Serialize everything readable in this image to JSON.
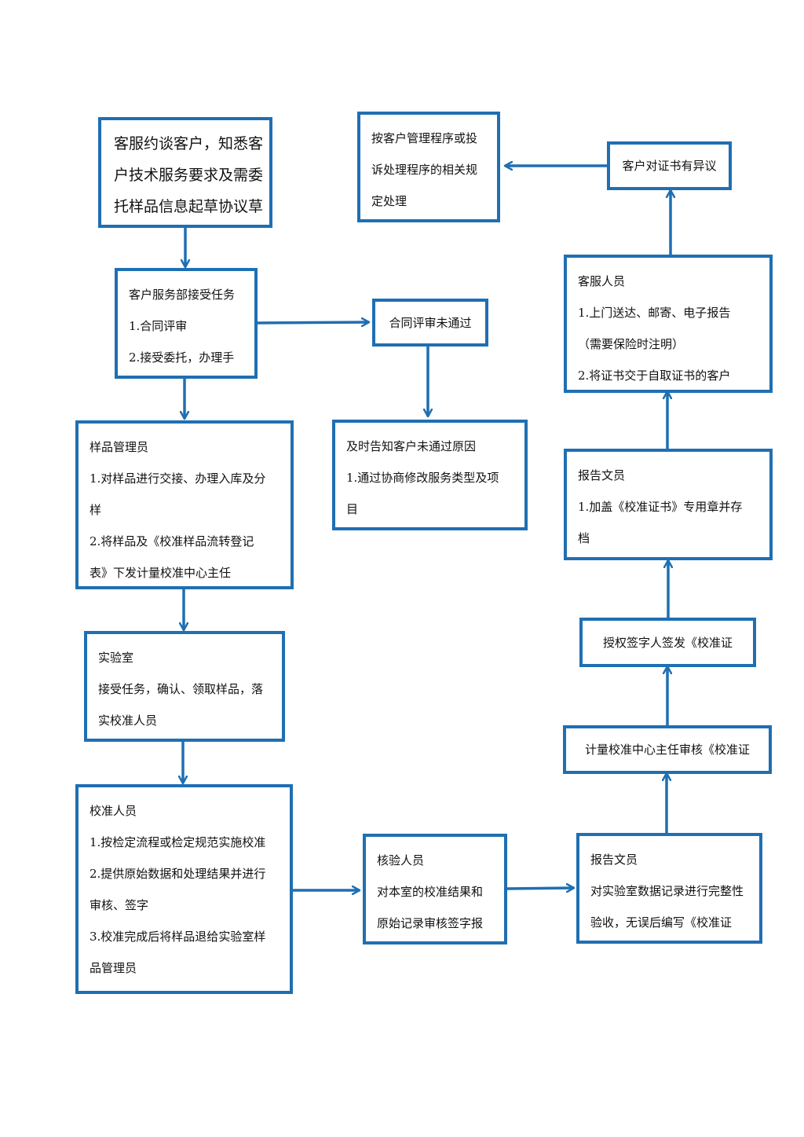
{
  "colors": {
    "border": "#1f6fb2",
    "arrow": "#1f6fb2",
    "background": "#ffffff",
    "text": "#111111"
  },
  "boxes": {
    "consult": {
      "lines": [
        "客服约谈客户，知悉客",
        "户技术服务要求及需委",
        "托样品信息起草协议草"
      ]
    },
    "service_dept": {
      "lines": [
        "客户服务部接受任务",
        "1.合同评审",
        "2.接受委托，办理手"
      ]
    },
    "review_failed": {
      "lines": [
        "合同评审未通过"
      ]
    },
    "notify_reason": {
      "lines": [
        "及时告知客户未通过原因",
        "1.通过协商修改服务类型及项",
        "目"
      ]
    },
    "sample_manager": {
      "lines": [
        "样品管理员",
        "1.对样品进行交接、办理入库及分",
        "样",
        "2.将样品及《校准样品流转登记",
        "表》下发计量校准中心主任"
      ]
    },
    "lab": {
      "lines": [
        "实验室",
        "接受任务，确认、领取样品，落",
        "实校准人员"
      ]
    },
    "calibrator": {
      "lines": [
        "校准人员",
        "1.按检定流程或检定规范实施校准",
        "2.提供原始数据和处理结果并进行",
        "审核、签字",
        "3.校准完成后将样品退给实验室样",
        "品管理员"
      ]
    },
    "verifier": {
      "lines": [
        "核验人员",
        "对本室的校准结果和",
        "原始记录审核签字报"
      ]
    },
    "report_clerk_write": {
      "lines": [
        "报告文员",
        "对实验室数据记录进行完整性",
        "验收，无误后编写《校准证"
      ]
    },
    "director_review": {
      "lines": [
        "计量校准中心主任审核《校准证"
      ]
    },
    "signatory": {
      "lines": [
        "授权签字人签发《校准证"
      ]
    },
    "report_clerk_seal": {
      "lines": [
        "报告文员",
        "1.加盖《校准证书》专用章并存",
        "档"
      ]
    },
    "cs_staff": {
      "lines": [
        "客服人员",
        "1.上门送达、邮寄、电子报告",
        "（需要保险时注明）",
        "2.将证书交于自取证书的客户"
      ]
    },
    "objection": {
      "lines": [
        "客户对证书有异议"
      ]
    },
    "complaint": {
      "lines": [
        "按客户管理程序或投",
        "诉处理程序的相关规",
        "定处理"
      ]
    }
  }
}
